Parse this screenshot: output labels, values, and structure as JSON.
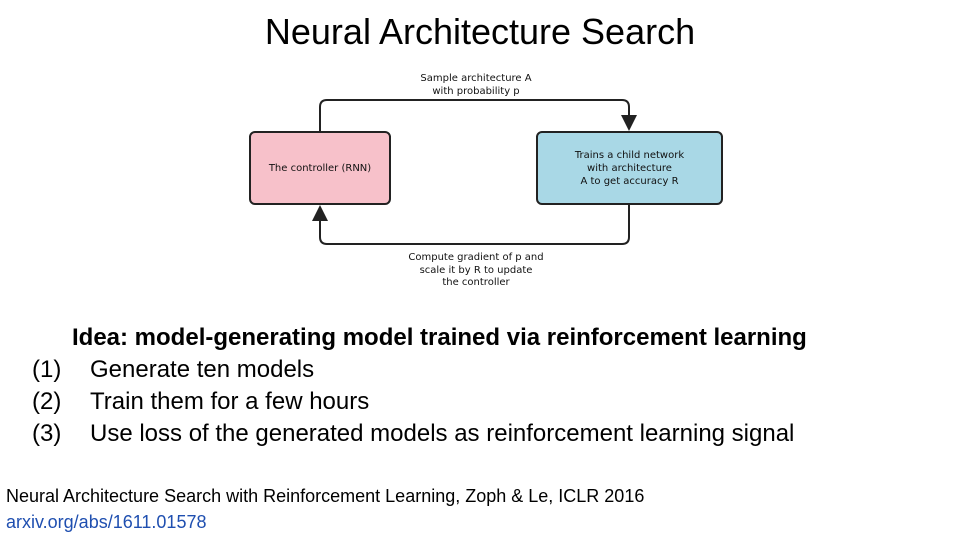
{
  "title": "Neural Architecture Search",
  "diagram": {
    "controller_box": "The controller (RNN)",
    "child_box": "Trains a child network\nwith architecture\nA to get accuracy R",
    "top_edge_label": "Sample architecture A\nwith probability p",
    "bottom_edge_label": "Compute gradient of p and\nscale it by R to update\nthe controller",
    "colors": {
      "controller": "#f7c1ca",
      "child": "#a9d8e6"
    }
  },
  "idea": "Idea: model-generating model trained via reinforcement learning",
  "steps": [
    {
      "num": "(1)",
      "text": "Generate ten models"
    },
    {
      "num": "(2)",
      "text": "Train them for a few hours"
    },
    {
      "num": "(3)",
      "text": "Use loss of the generated models as reinforcement learning signal"
    }
  ],
  "citation": "Neural Architecture Search with Reinforcement Learning, Zoph & Le, ICLR 2016",
  "link": "arxiv.org/abs/1611.01578"
}
